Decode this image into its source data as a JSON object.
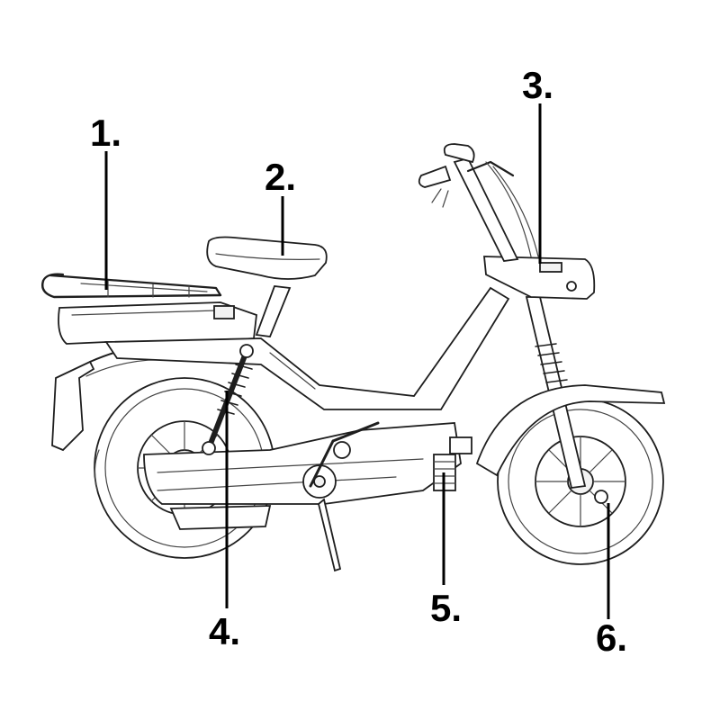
{
  "diagram": {
    "subject": "moped-line-drawing",
    "callouts": [
      {
        "id": "1",
        "label": "1."
      },
      {
        "id": "2",
        "label": "2."
      },
      {
        "id": "3",
        "label": "3."
      },
      {
        "id": "4",
        "label": "4."
      },
      {
        "id": "5",
        "label": "5."
      },
      {
        "id": "6",
        "label": "6."
      }
    ]
  }
}
